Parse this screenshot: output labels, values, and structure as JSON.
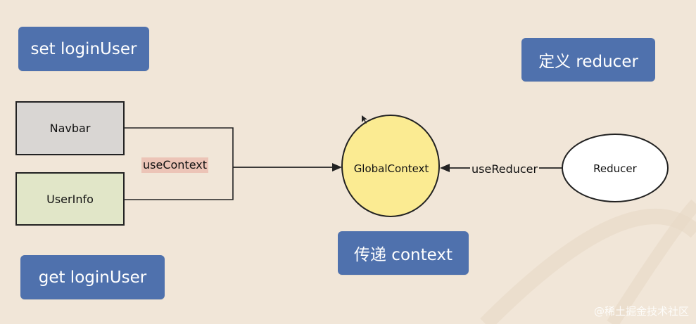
{
  "diagram": {
    "labels": {
      "set_login_user": "set loginUser",
      "define_reducer": "定义 reducer",
      "pass_context": "传递 context",
      "get_login_user": "get loginUser"
    },
    "components": {
      "navbar": "Navbar",
      "user_info": "UserInfo"
    },
    "edges": {
      "use_context": "useContext",
      "use_reducer": "useReducer"
    },
    "nodes": {
      "global_context": "GlobalContext",
      "reducer": "Reducer"
    },
    "colors": {
      "background": "#f1e6d8",
      "label_box": "#4f71ad",
      "global_context_fill": "#fbeb92",
      "reducer_fill": "#ffffff",
      "navbar_fill": "#d9d6d3",
      "userinfo_fill": "#e1e6c8",
      "use_context_highlight": "#ecc4b7"
    }
  },
  "watermark": "@稀土掘金技术社区"
}
